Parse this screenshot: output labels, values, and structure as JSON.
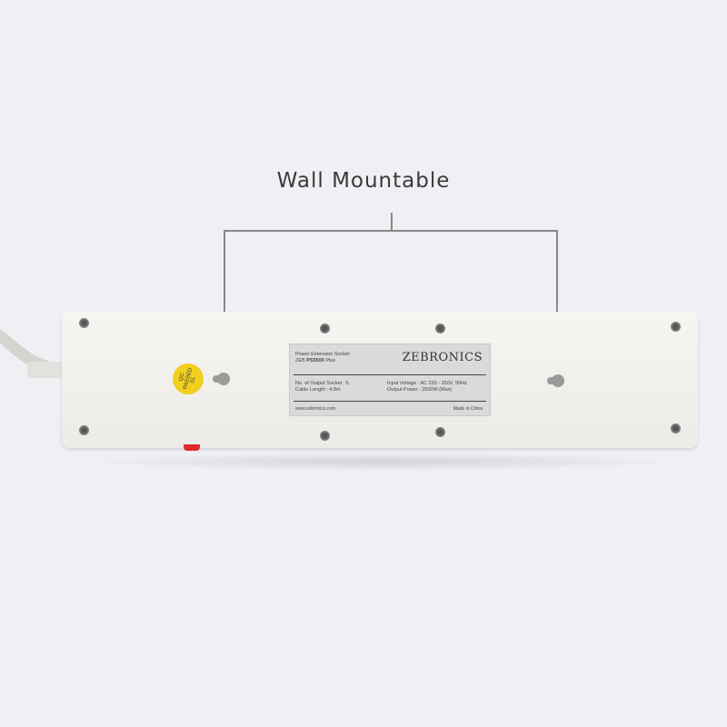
{
  "title": "Wall Mountable",
  "qc_sticker": {
    "line1": "QC",
    "line2": "PASSED",
    "line3": "01"
  },
  "label": {
    "product": "Power Extension Socket",
    "model_prefix": "ZEB",
    "model": "PS5500",
    "model_suffix": "Plus",
    "brand": "ZEBRONICS",
    "sockets": "No. of Output Socket : 5",
    "cable": "Cable Length : 4.8m",
    "voltage": "Input Voltage : AC 220 - 250V, 50Hz",
    "power": "Output Power : 2500W (Max)",
    "website": "www.zebronics.com",
    "origin": "Made in China"
  }
}
